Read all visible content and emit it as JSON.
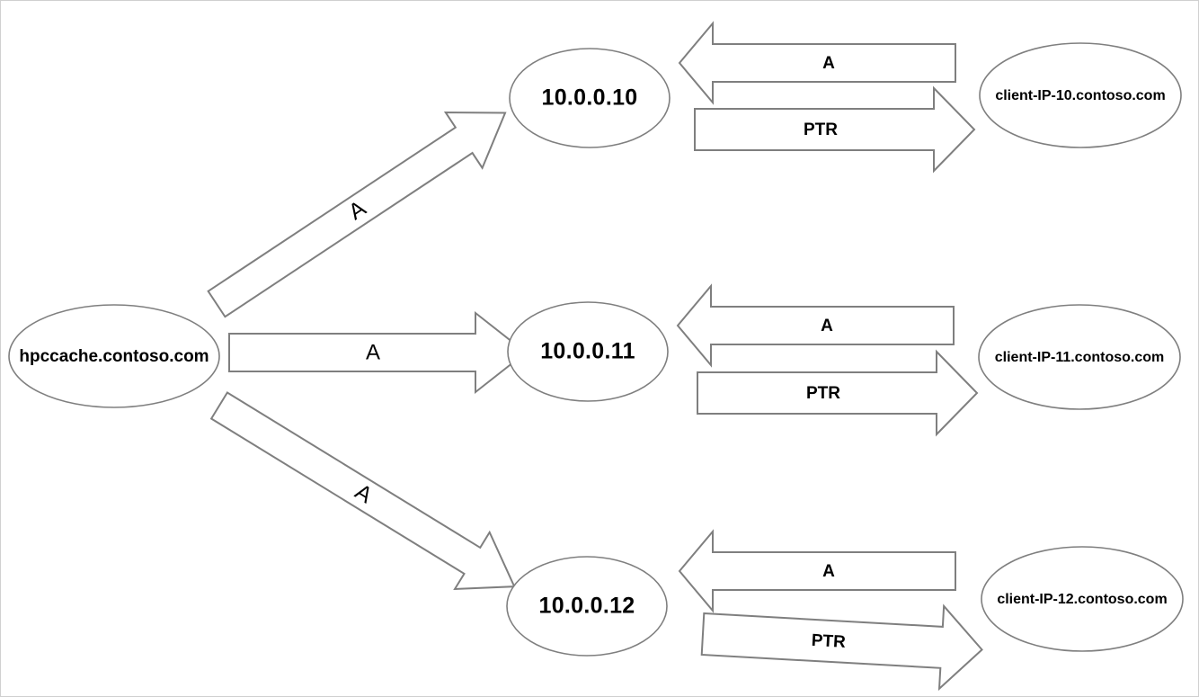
{
  "diagram": {
    "title": "DNS A and PTR record resolution for HPC Cache",
    "type": "dns-record-flow",
    "colors": {
      "shape_stroke": "#7f7f7f",
      "shape_fill": "#ffffff",
      "text": "#000000",
      "canvas_border": "#d0d0d0",
      "background": "#ffffff"
    },
    "nodes": {
      "source": {
        "id": "hpccache",
        "label": "hpccache.contoso.com",
        "shape": "ellipse"
      },
      "ips": [
        {
          "id": "ip-10",
          "label": "10.0.0.10",
          "shape": "ellipse"
        },
        {
          "id": "ip-11",
          "label": "10.0.0.11",
          "shape": "ellipse"
        },
        {
          "id": "ip-12",
          "label": "10.0.0.12",
          "shape": "ellipse"
        }
      ],
      "clients": [
        {
          "id": "client-10",
          "label": "client-IP-10.contoso.com",
          "shape": "ellipse"
        },
        {
          "id": "client-11",
          "label": "client-IP-11.contoso.com",
          "shape": "ellipse"
        },
        {
          "id": "client-12",
          "label": "client-IP-12.contoso.com",
          "shape": "ellipse"
        }
      ]
    },
    "edges": {
      "source_to_ip": [
        {
          "id": "edge-a-top",
          "label": "A",
          "from": "hpccache",
          "to": "ip-10",
          "direction": "up-right"
        },
        {
          "id": "edge-a-middle",
          "label": "A",
          "from": "hpccache",
          "to": "ip-11",
          "direction": "right"
        },
        {
          "id": "edge-a-bottom",
          "label": "A",
          "from": "hpccache",
          "to": "ip-12",
          "direction": "down-right"
        }
      ],
      "ip_to_client": [
        {
          "id": "edge-a-rev-10",
          "label": "A",
          "from": "client-10",
          "to": "ip-10",
          "direction": "left"
        },
        {
          "id": "edge-ptr-10",
          "label": "PTR",
          "from": "ip-10",
          "to": "client-10",
          "direction": "right"
        },
        {
          "id": "edge-a-rev-11",
          "label": "A",
          "from": "client-11",
          "to": "ip-11",
          "direction": "left"
        },
        {
          "id": "edge-ptr-11",
          "label": "PTR",
          "from": "ip-11",
          "to": "client-11",
          "direction": "right"
        },
        {
          "id": "edge-a-rev-12",
          "label": "A",
          "from": "client-12",
          "to": "ip-12",
          "direction": "left"
        },
        {
          "id": "edge-ptr-12",
          "label": "PTR",
          "from": "ip-12",
          "to": "client-12",
          "direction": "right"
        }
      ]
    }
  }
}
